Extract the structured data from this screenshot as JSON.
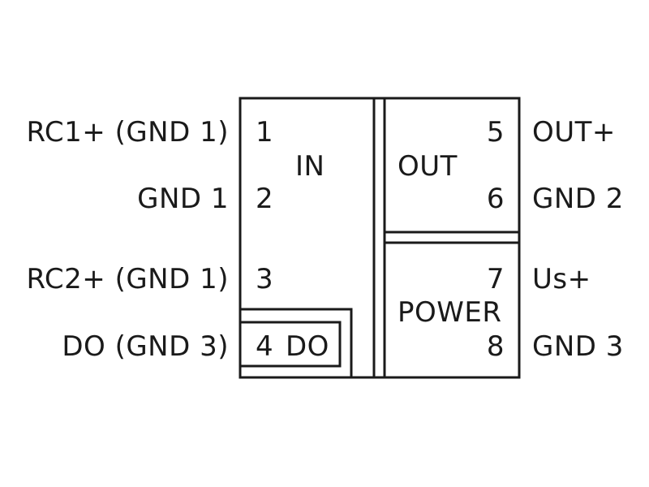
{
  "colors": {
    "line": "#1a1a1a",
    "background": "#ffffff"
  },
  "left_labels": {
    "pin1": "RC1+ (GND 1)",
    "pin2": "GND 1",
    "pin3": "RC2+ (GND 1)",
    "pin4": "DO (GND 3)"
  },
  "right_labels": {
    "pin5": "OUT+",
    "pin6": "GND 2",
    "pin7": "Us+",
    "pin8": "GND 3"
  },
  "pins": {
    "p1": "1",
    "p2": "2",
    "p3": "3",
    "p4": "4",
    "p5": "5",
    "p6": "6",
    "p7": "7",
    "p8": "8"
  },
  "blocks": {
    "in": "IN",
    "do": "DO",
    "out": "OUT",
    "power": "POWER"
  }
}
